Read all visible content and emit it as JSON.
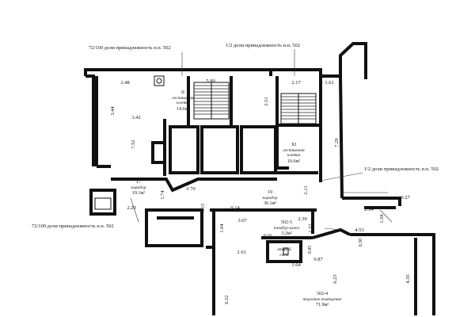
{
  "labels": {
    "share_72_top": "72/100 доли принадлежность н.п. 502",
    "share_half_top": "1/2 доли принадлежность н.п. 502",
    "share_half_right": "1/2 доли принадлежность н.п. 502",
    "share_72_bottom": "72/100 доли принадлежность н.п. 502"
  },
  "rooms": {
    "stair_ii_num": "II",
    "stair_ii_name": "лестничная",
    "stair_ii_name2": "клетка",
    "stair_ii_area": "14.6м²",
    "stair_xi_num": "XI",
    "stair_xi_name": "лестничная",
    "stair_xi_name2": "клетка",
    "stair_xi_area": "10.6м²",
    "corr17_num": "17",
    "corr17_name": "коридор",
    "corr17_area": "19.1м²",
    "corr19_num": "19",
    "corr19_name": "коридор",
    "corr19_area": "36.1м²",
    "r5025_num": "502-5",
    "r5025_name": "тамбур-шлюз",
    "r5025_area": "3.2м²",
    "light_name": "второй",
    "light_name2": "свет",
    "r5024_num": "502-4",
    "r5024_name": "торговое помещение",
    "r5024_area": "71.9м²"
  },
  "dims": {
    "d248": "2.48",
    "d580": "5.80",
    "d217": "2.17",
    "d161": "1.61",
    "d344": "3.44",
    "d342": "3.42",
    "d251": "2.51",
    "d752": "7.52",
    "d729": "7.29",
    "d670": "6 70",
    "d211": "2.11",
    "d174": "1.74",
    "d229": "2.29",
    "d015": "0.15",
    "d914": "9.14",
    "d027": "0.27",
    "d294": "2.94",
    "d158": "1.58",
    "d307": "3.07",
    "d239": "2.39",
    "d104": "1.04",
    "d132": "1.32",
    "d016": "0.16",
    "d453": "4.53",
    "d030": "0.30",
    "d263": "2 63",
    "d085": "0.85",
    "d087": "0.87",
    "d164": "1.64",
    "d623": "6.23",
    "d435": "4.35",
    "d652": "6.52"
  }
}
